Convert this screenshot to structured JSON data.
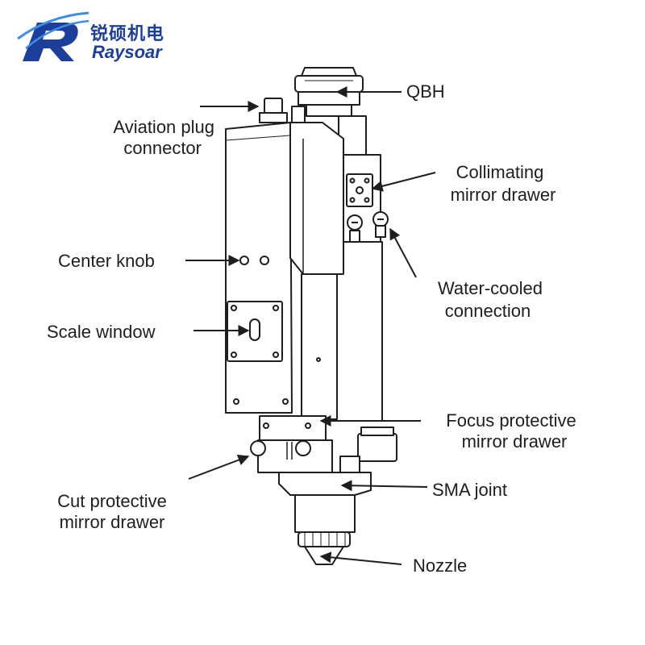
{
  "brand": {
    "name_cn": "锐硕机电",
    "name_en": "Raysoar",
    "color": "#1b3f9a"
  },
  "labels": {
    "qbh": "QBH",
    "aviation_plug_1": "Aviation plug",
    "aviation_plug_2": "connector",
    "collimating_1": "Collimating",
    "collimating_2": "mirror drawer",
    "center_knob": "Center knob",
    "water_cooled_1": "Water-cooled",
    "water_cooled_2": "connection",
    "scale_window": "Scale window",
    "focus_protective_1": "Focus protective",
    "focus_protective_2": "mirror drawer",
    "sma_joint": "SMA joint",
    "cut_protective_1": "Cut protective",
    "cut_protective_2": "mirror drawer",
    "nozzle": "Nozzle"
  },
  "colors": {
    "line": "#1e1e1e",
    "body_fill": "#ffffff",
    "shade": "#e8e8e8"
  }
}
